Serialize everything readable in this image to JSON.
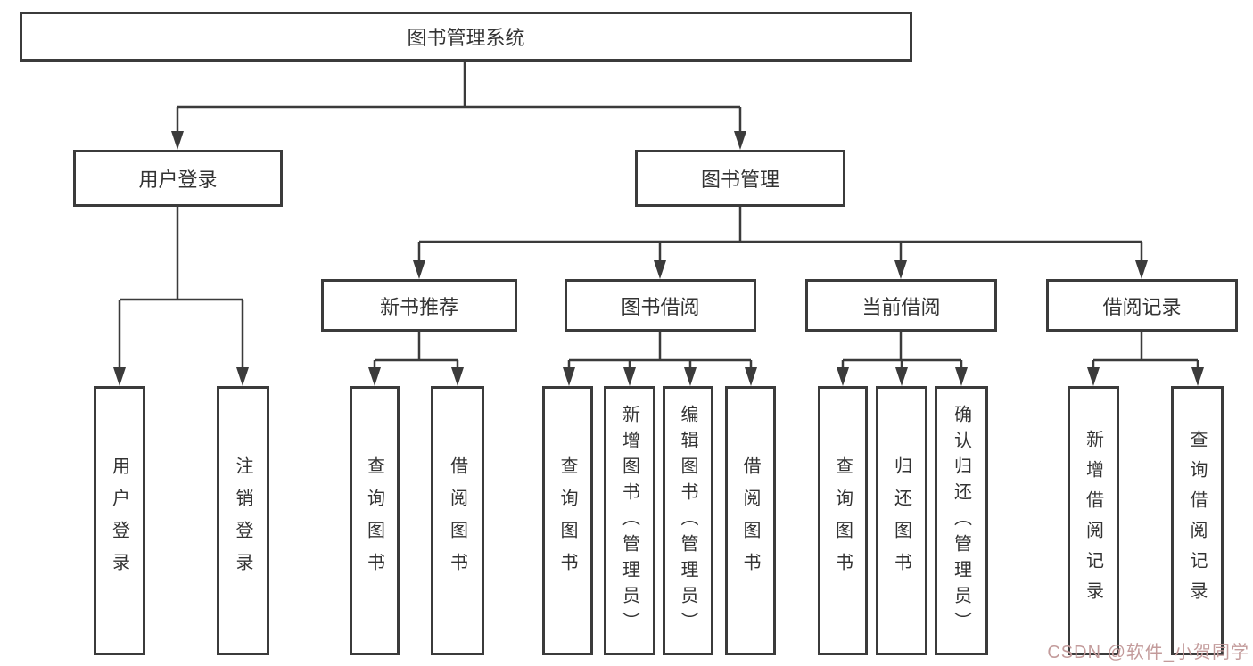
{
  "colors": {
    "line": "#3b3b3b",
    "text": "#333333",
    "background": "#ffffff",
    "watermark": "#c39b9b"
  },
  "watermark": {
    "text": "CSDN @软件_小贺同学"
  },
  "tree": {
    "root": "图书管理系统",
    "branches": [
      {
        "label": "用户登录",
        "leaves": [
          "用户登录",
          "注销登录"
        ]
      },
      {
        "label": "图书管理",
        "groups": [
          {
            "label": "新书推荐",
            "leaves": [
              "查询图书",
              "借阅图书"
            ]
          },
          {
            "label": "图书借阅",
            "leaves": [
              "查询图书",
              "新增图书（管理员）",
              "编辑图书（管理员）",
              "借阅图书"
            ]
          },
          {
            "label": "当前借阅",
            "leaves": [
              "查询图书",
              "归还图书",
              "确认归还（管理员）"
            ]
          },
          {
            "label": "借阅记录",
            "leaves": [
              "新增借阅记录",
              "查询借阅记录"
            ]
          }
        ]
      }
    ]
  }
}
